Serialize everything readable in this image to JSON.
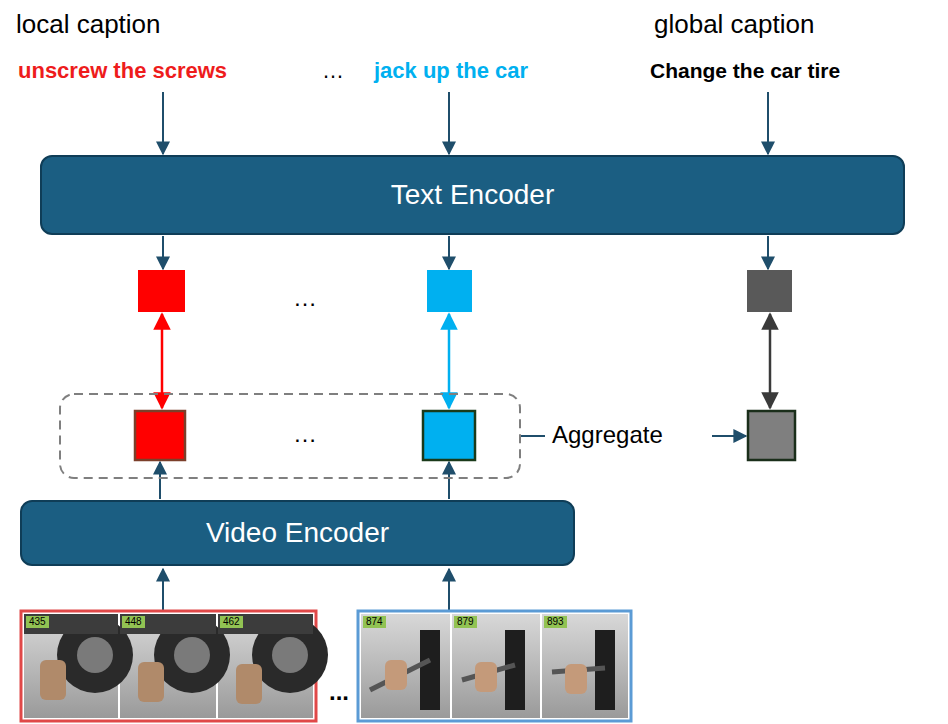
{
  "diagram": {
    "nodes": [
      {
        "text": [
          "Text Encoder"
        ]
      },
      {
        "text": [
          "Video Encoder"
        ]
      }
    ],
    "labels": [
      "local caption",
      "unscrew the screws",
      "…",
      "jack up the car",
      "global caption",
      "Change the car tire",
      "…",
      "…",
      "Aggregate",
      "...",
      "435",
      "448",
      "462",
      "874",
      "879",
      "893"
    ]
  }
}
